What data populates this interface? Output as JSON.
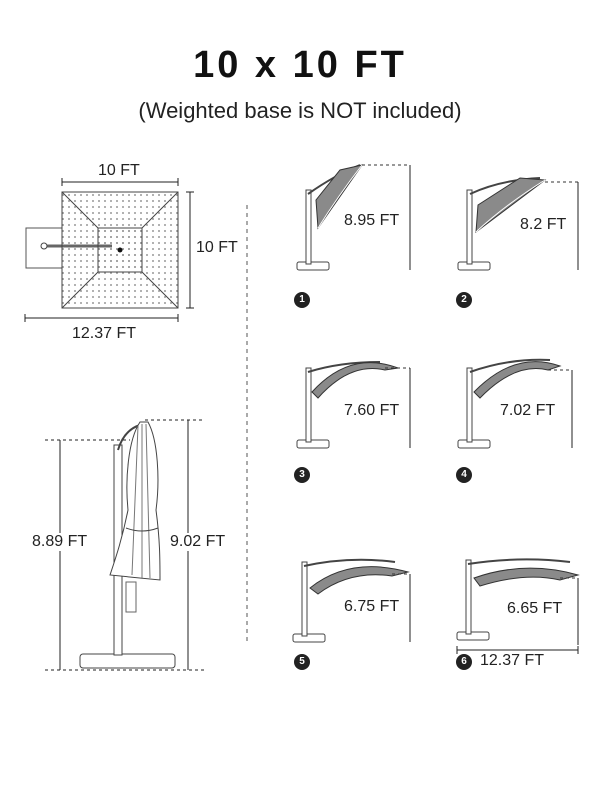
{
  "header": {
    "title": "10 x 10 FT",
    "subtitle": "(Weighted base is NOT included)"
  },
  "top_view": {
    "width_label": "10 FT",
    "depth_label": "10 FT",
    "overall_label": "12.37 FT"
  },
  "side_view": {
    "left_height_label": "8.89 FT",
    "right_height_label": "9.02 FT"
  },
  "positions": [
    {
      "badge": "1",
      "height_label": "8.95 FT"
    },
    {
      "badge": "2",
      "height_label": "8.2 FT"
    },
    {
      "badge": "3",
      "height_label": "7.60 FT"
    },
    {
      "badge": "4",
      "height_label": "7.02 FT"
    },
    {
      "badge": "5",
      "height_label": "6.75 FT"
    },
    {
      "badge": "6",
      "height_label": "6.65 FT",
      "width_label": "12.37 FT"
    }
  ],
  "colors": {
    "ink": "#222222",
    "canopy": "#8a8a8a",
    "dots": "#9a9a9a"
  }
}
